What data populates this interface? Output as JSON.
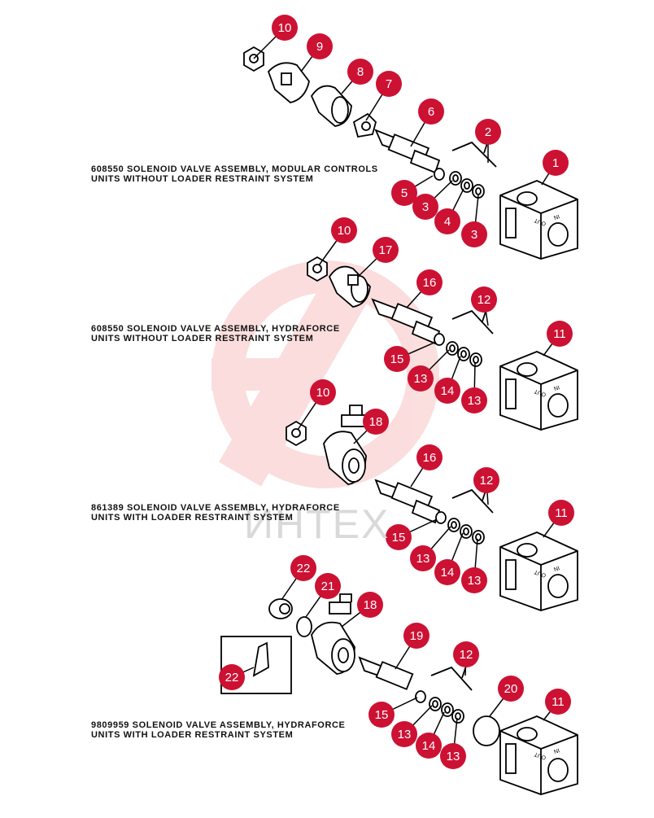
{
  "captions": [
    {
      "id": "c1",
      "lines": [
        "608550 SOLENOID VALVE ASSEMBLY, MODULAR CONTROLS",
        "UNITS WITHOUT LOADER RESTRAINT SYSTEM"
      ]
    },
    {
      "id": "c2",
      "lines": [
        "608550 SOLENOID VALVE ASSEMBLY, HYDRAFORCE",
        "UNITS WITHOUT LOADER RESTRAINT SYSTEM"
      ]
    },
    {
      "id": "c3",
      "lines": [
        "861389 SOLENOID VALVE ASSEMBLY, HYDRAFORCE",
        "UNITS WITH LOADER RESTRAINT SYSTEM"
      ]
    },
    {
      "id": "c4",
      "lines": [
        "9809959 SOLENOID VALVE ASSEMBLY, HYDRAFORCE",
        "UNITS WITH LOADER RESTRAINT SYSTEM"
      ]
    }
  ],
  "callout_color": "#cc1133",
  "callouts": {
    "a1": [
      "10",
      "9",
      "8",
      "7",
      "6",
      "2",
      "5",
      "3",
      "4",
      "3",
      "1"
    ],
    "a2": [
      "10",
      "17",
      "16",
      "12",
      "15",
      "13",
      "14",
      "13",
      "11"
    ],
    "a3": [
      "10",
      "18",
      "16",
      "12",
      "15",
      "13",
      "14",
      "13",
      "11"
    ],
    "a4": [
      "22",
      "21",
      "18",
      "19",
      "12",
      "20",
      "15",
      "13",
      "14",
      "13",
      "11",
      "22"
    ]
  },
  "body_labels": [
    "IN",
    "OUT"
  ],
  "watermark": {
    "text": "ИНТЕХ",
    "color": "#f4b6b6"
  }
}
